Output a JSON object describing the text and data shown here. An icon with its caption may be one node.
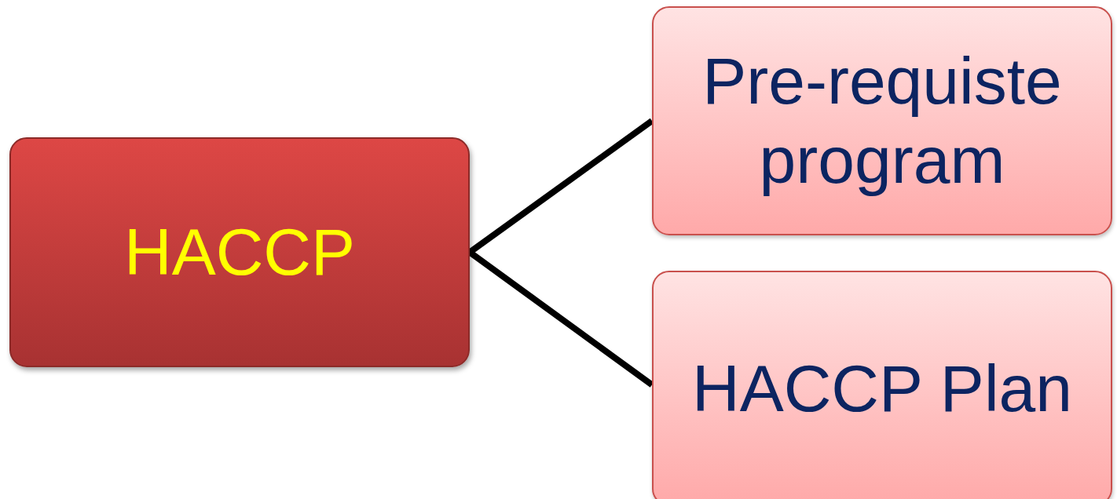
{
  "diagram": {
    "nodes": [
      {
        "text": [
          "HACCP"
        ]
      },
      {
        "text": [
          "Pre-requiste program"
        ]
      },
      {
        "text": [
          "HACCP Plan"
        ]
      }
    ],
    "edges": [
      {
        "from": 0,
        "to": 1,
        "arrow": "none"
      },
      {
        "from": 0,
        "to": 2,
        "arrow": "none"
      }
    ]
  }
}
